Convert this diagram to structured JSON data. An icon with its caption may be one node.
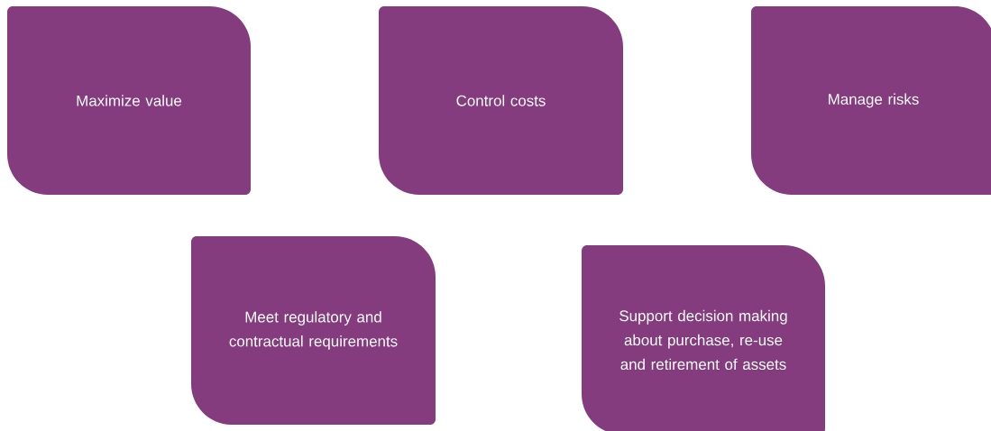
{
  "diagram": {
    "nodes": [
      {
        "text": [
          "Maximize value"
        ]
      },
      {
        "text": [
          "Control costs"
        ]
      },
      {
        "text": [
          "Manage risks"
        ]
      },
      {
        "text": [
          "Meet regulatory and contractual requirements"
        ]
      },
      {
        "text": [
          "Support decision making about purchase, re-use and retirement of assets"
        ]
      }
    ]
  }
}
